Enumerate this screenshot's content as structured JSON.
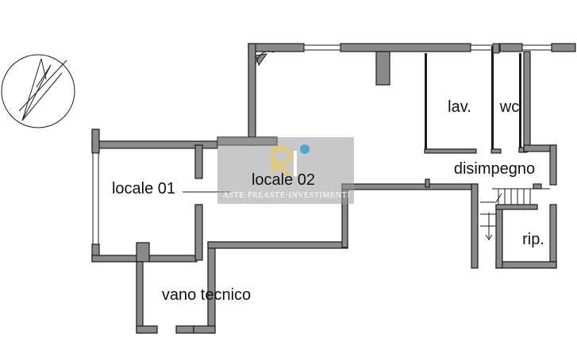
{
  "plan": {
    "rooms": [
      {
        "id": "locale-01",
        "label": "locale 01"
      },
      {
        "id": "locale-02",
        "label": "locale 02"
      },
      {
        "id": "lav",
        "label": "lav."
      },
      {
        "id": "wc",
        "label": "wc"
      },
      {
        "id": "disimpegno",
        "label": "disimpegno"
      },
      {
        "id": "rip",
        "label": "rip."
      },
      {
        "id": "vano-tecnico",
        "label": "vano tecnico"
      }
    ],
    "wall_color": "#8a8a8a",
    "line_color": "#1a1a1a"
  },
  "watermark": {
    "text": "ASTE·PREASTE·INVESTIMENTI",
    "color": "#9a9a9a"
  },
  "compass": {
    "icon": "north-arrow-icon"
  }
}
